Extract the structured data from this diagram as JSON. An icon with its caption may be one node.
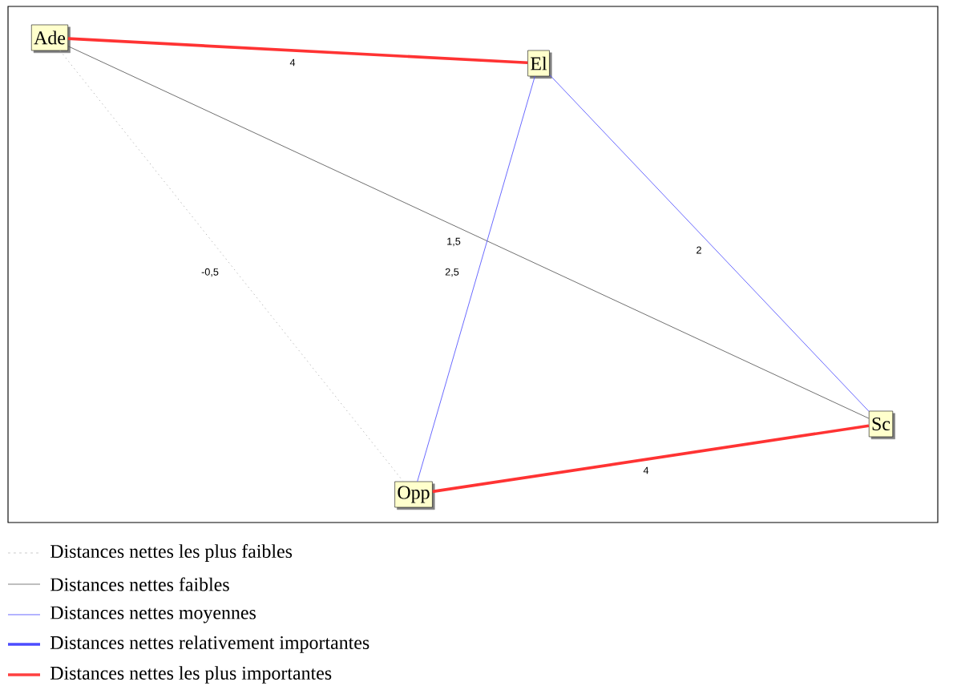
{
  "diagram": {
    "nodes": [
      {
        "text": [
          "Ade"
        ]
      },
      {
        "text": [
          "El"
        ]
      },
      {
        "text": [
          "Sc"
        ]
      },
      {
        "text": [
          "Opp"
        ]
      }
    ],
    "edges": [
      {
        "from": 0,
        "to": 1,
        "arrow": "none",
        "label": "4",
        "style": "thick",
        "color": "#ff3333"
      },
      {
        "from": 0,
        "to": 3,
        "arrow": "none",
        "label": "-0,5",
        "style": "dashed",
        "color": "#aaaaaa"
      },
      {
        "from": 0,
        "to": 2,
        "arrow": "none",
        "label": "1,5",
        "color": "#555555"
      },
      {
        "from": 1,
        "to": 3,
        "arrow": "none",
        "label": "2,5",
        "color": "#4d4dff"
      },
      {
        "from": 1,
        "to": 2,
        "arrow": "none",
        "label": "2",
        "color": "#4d4dff"
      },
      {
        "from": 3,
        "to": 2,
        "arrow": "none",
        "label": "4",
        "style": "thick",
        "color": "#ff3333"
      }
    ],
    "legend": [
      {
        "text": "Distances nettes les plus faibles"
      },
      {
        "text": "Distances nettes faibles"
      },
      {
        "text": "Distances nettes moyennes"
      },
      {
        "text": "Distances nettes relativement importantes"
      },
      {
        "text": "Distances nettes les plus importantes"
      }
    ]
  }
}
